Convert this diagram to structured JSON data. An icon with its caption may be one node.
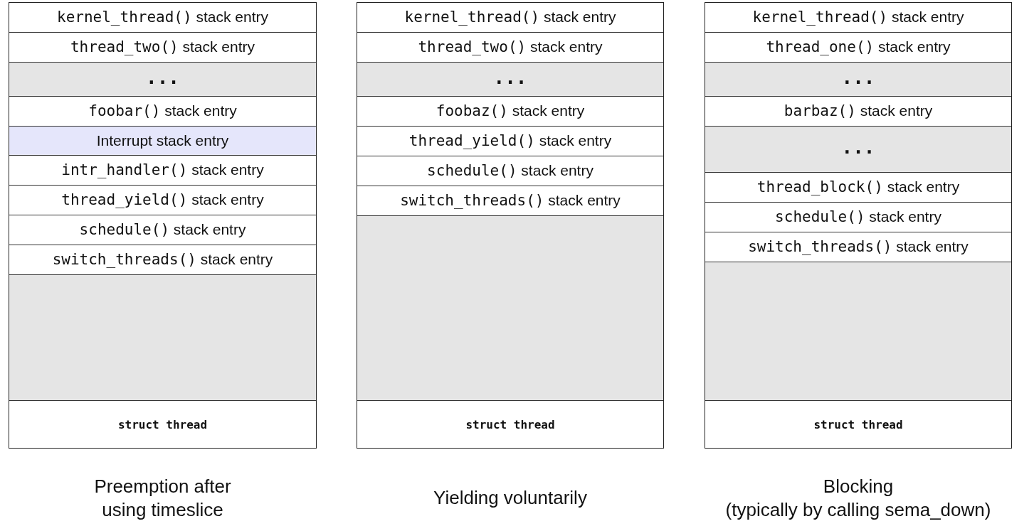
{
  "diagram": {
    "nodes": [
      {
        "text": [],
        "shape": "box",
        "beside": [
          "Preemption after using timeslice"
        ]
      },
      {
        "text": [
          "kernel_thread() stack entry"
        ],
        "in": 0
      },
      {
        "text": [
          "thread_two() stack entry"
        ],
        "in": 0
      },
      {
        "text": [
          "..."
        ],
        "in": 0
      },
      {
        "text": [
          "foobar() stack entry"
        ],
        "in": 0
      },
      {
        "text": [
          "Interrupt stack entry"
        ],
        "in": 0
      },
      {
        "text": [
          "intr_handler() stack entry"
        ],
        "in": 0
      },
      {
        "text": [
          "thread_yield() stack entry"
        ],
        "in": 0
      },
      {
        "text": [
          "schedule() stack entry"
        ],
        "in": 0
      },
      {
        "text": [
          "switch_threads() stack entry"
        ],
        "in": 0
      },
      {
        "text": [],
        "shape": "box",
        "in": 0
      },
      {
        "text": [
          "struct thread"
        ],
        "in": 0
      },
      {
        "text": [],
        "shape": "box",
        "beside": [
          "Yielding voluntarily"
        ]
      },
      {
        "text": [
          "kernel_thread() stack entry"
        ],
        "in": 12
      },
      {
        "text": [
          "thread_two() stack entry"
        ],
        "in": 12
      },
      {
        "text": [
          "..."
        ],
        "in": 12
      },
      {
        "text": [
          "foobaz() stack entry"
        ],
        "in": 12
      },
      {
        "text": [
          "thread_yield() stack entry"
        ],
        "in": 12
      },
      {
        "text": [
          "schedule() stack entry"
        ],
        "in": 12
      },
      {
        "text": [
          "switch_threads() stack entry"
        ],
        "in": 12
      },
      {
        "text": [],
        "shape": "box",
        "in": 12
      },
      {
        "text": [
          "struct thread"
        ],
        "in": 12
      },
      {
        "text": [],
        "shape": "box",
        "beside": [
          "Blocking",
          "(typically by calling sema_down)"
        ]
      },
      {
        "text": [
          "kernel_thread() stack entry"
        ],
        "in": 22
      },
      {
        "text": [
          "thread_one() stack entry"
        ],
        "in": 22
      },
      {
        "text": [
          "..."
        ],
        "in": 22
      },
      {
        "text": [
          "barbaz() stack entry"
        ],
        "in": 22
      },
      {
        "text": [
          "..."
        ],
        "in": 22
      },
      {
        "text": [
          "thread_block() stack entry"
        ],
        "in": 22
      },
      {
        "text": [
          "schedule() stack entry"
        ],
        "in": 22
      },
      {
        "text": [
          "switch_threads() stack entry"
        ],
        "in": 22
      },
      {
        "text": [],
        "shape": "box",
        "in": 22
      },
      {
        "text": [
          "struct thread"
        ],
        "in": 22
      }
    ]
  }
}
